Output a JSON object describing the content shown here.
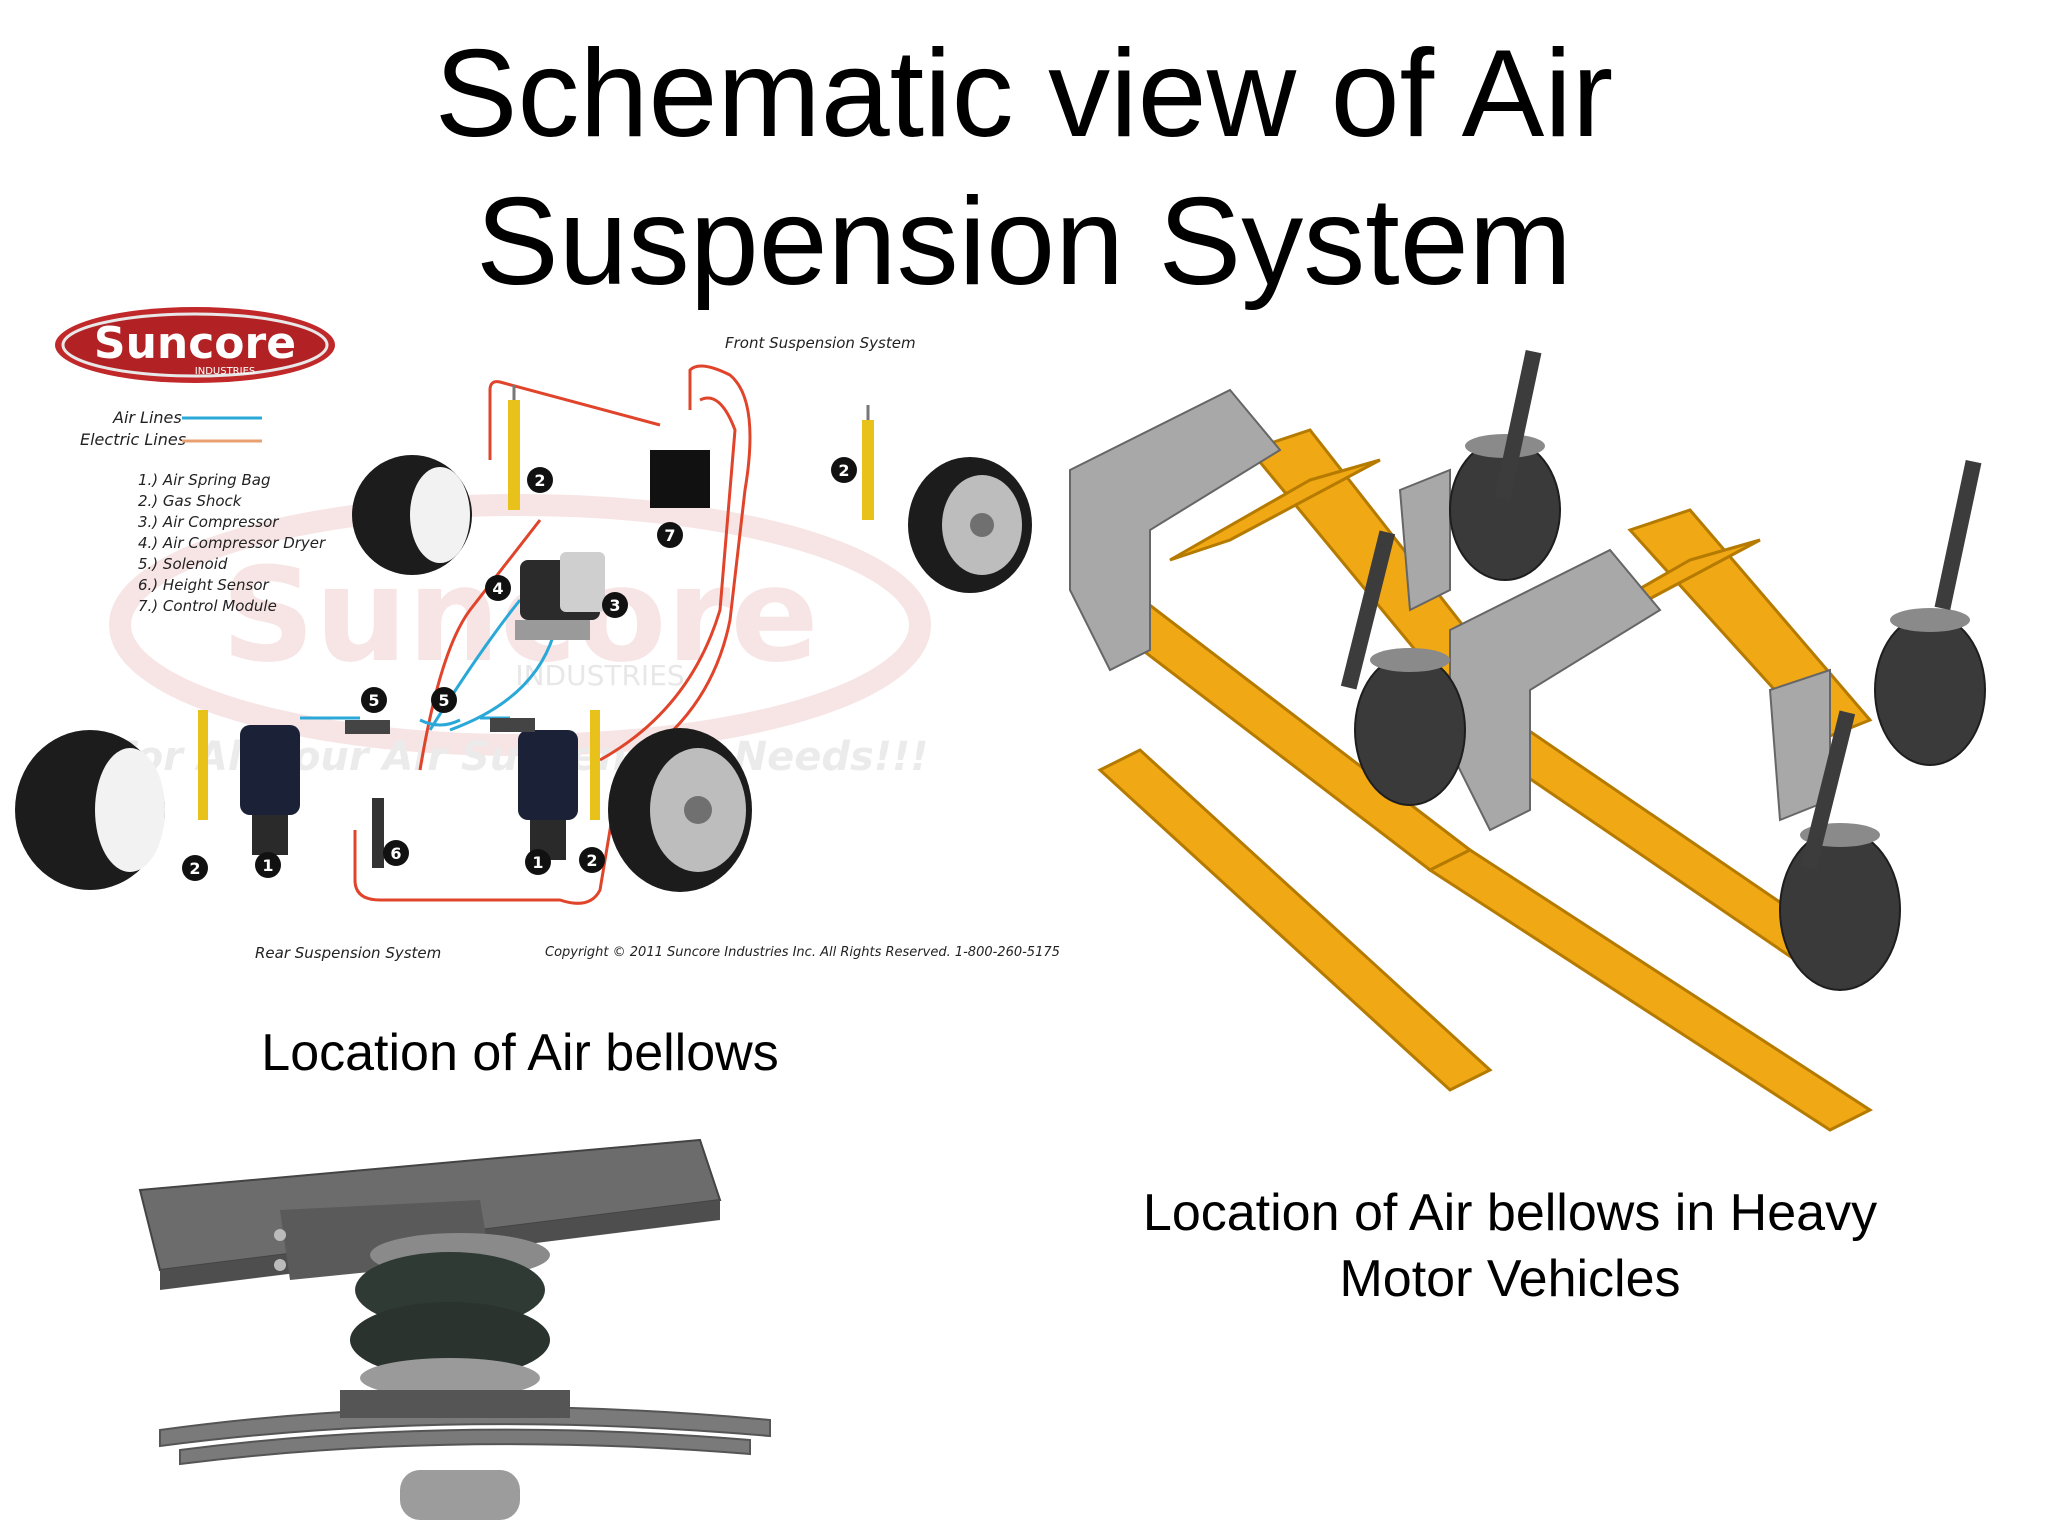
{
  "title": {
    "line1": "Schematic view of Air",
    "line2": "Suspension System"
  },
  "diagram": {
    "logo": {
      "brand": "Suncore",
      "sub": "INDUSTRIES"
    },
    "front_label": "Front Suspension System",
    "rear_label": "Rear Suspension System",
    "copyright": "Copyright © 2011 Suncore Industries Inc. All Rights Reserved. 1-800-260-5175",
    "legend": {
      "air": "Air Lines",
      "electric": "Electric Lines"
    },
    "components": [
      "1.) Air Spring Bag",
      "2.) Gas Shock",
      "3.) Air Compressor",
      "4.) Air Compressor Dryer",
      "5.) Solenoid",
      "6.) Height Sensor",
      "7.) Control Module"
    ],
    "watermark": {
      "brand": "Suncore",
      "sub": "INDUSTRIES",
      "tagline": "For All Your Air Suspension Needs!!!"
    },
    "colors": {
      "air_line": "#2aa8d8",
      "electric_line": "#e0442a",
      "shock": "#e8c21a",
      "logo_red": "#c0282a"
    }
  },
  "captions": {
    "left": "Location of Air bellows",
    "right_line1": "Location of Air bellows in Heavy",
    "right_line2": "Motor Vehicles"
  },
  "photos": {
    "heavy_frame_color": "#f0a814",
    "bracket_color": "#a8a8a8",
    "bellow_color": "#3a3a3a"
  }
}
